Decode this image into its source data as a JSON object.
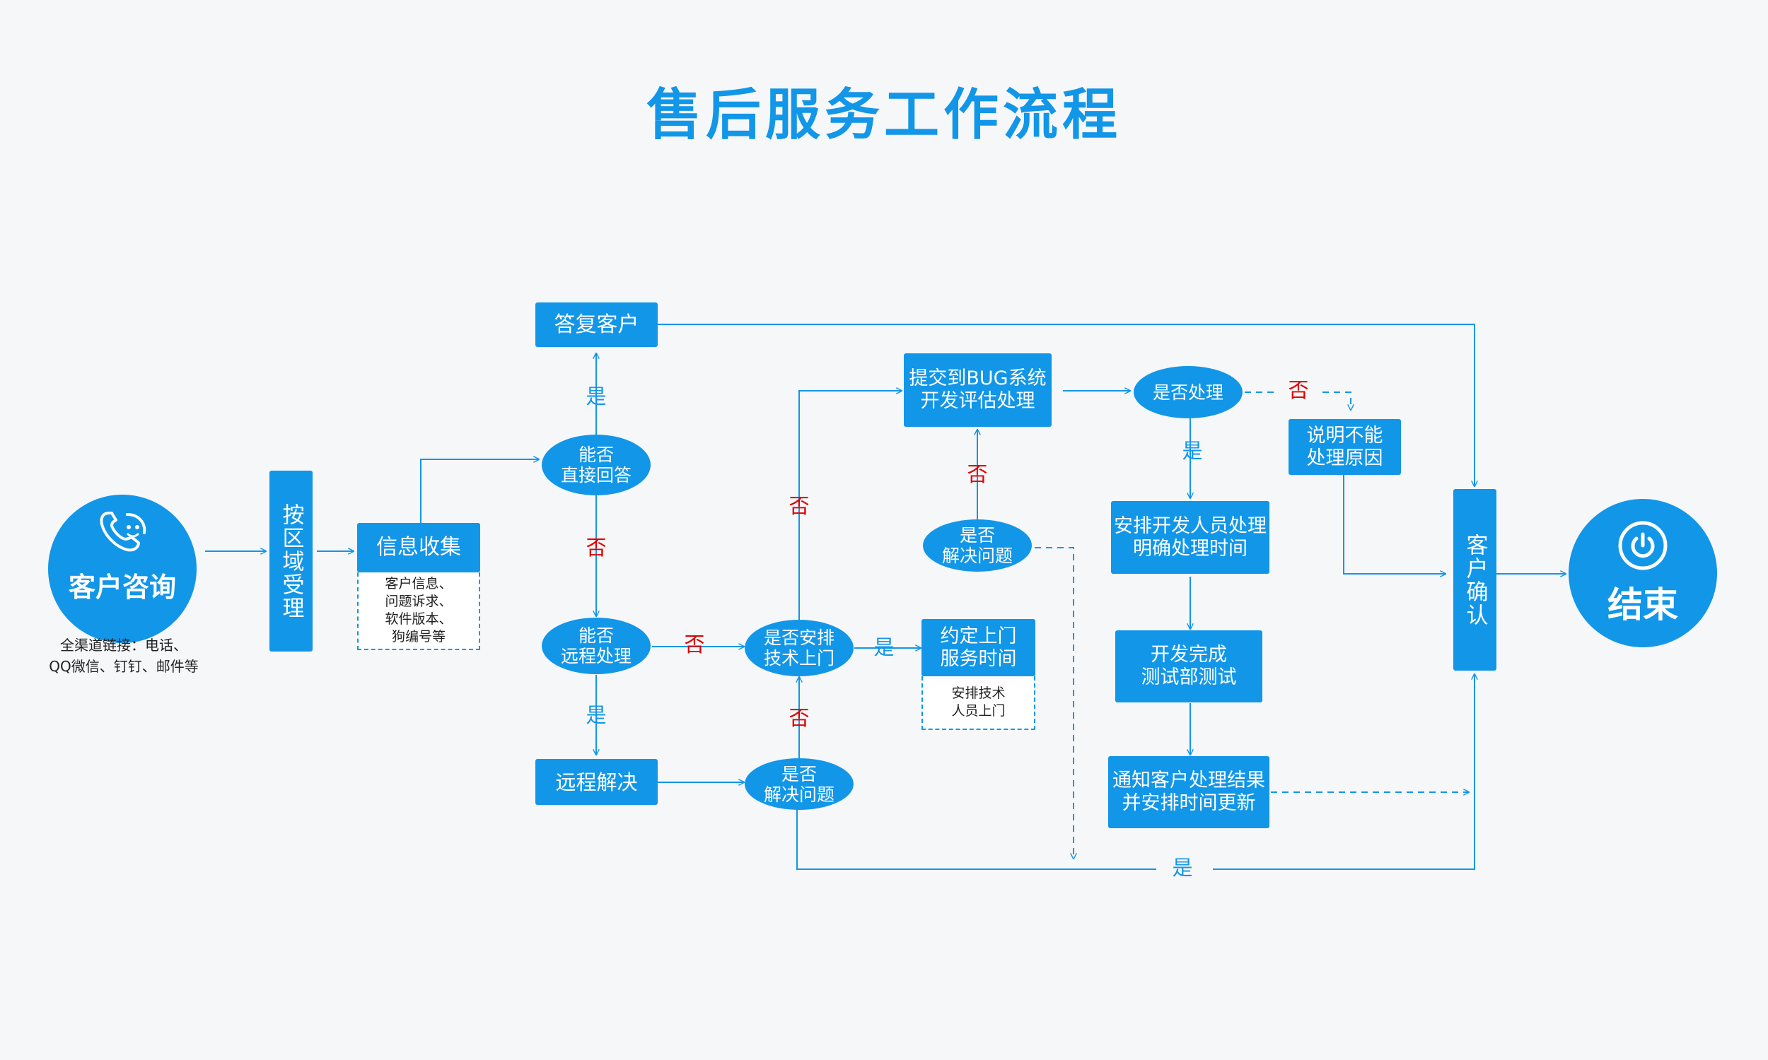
{
  "title": "售后服务工作流程",
  "theme": {
    "primary": "#1296e8",
    "no_color": "#e10000",
    "background": "#f6f7f9"
  },
  "start": {
    "label": "客户咨询",
    "icon": "phone-icon",
    "channels": "全渠道链接：电话、\nQQ微信、钉钉、邮件等"
  },
  "end": {
    "label": "结束",
    "icon": "power-icon"
  },
  "nodes": {
    "regional": "按区域受理",
    "collect": "信息收集",
    "collect_note": "客户信息、\n问题诉求、\n软件版本、\n狗编号等",
    "reply": "答复客户",
    "direct_answer": "能否\n直接回答",
    "remote_possible": "能否\n远程处理",
    "remote_solve": "远程解决",
    "solved_1": "是否\n解决问题",
    "onsite_q": "是否安排\n技术上门",
    "appointment": "约定上门\n服务时间",
    "appointment_note": "安排技术\n人员上门",
    "submit_bug": "提交到BUG系统\n开发评估处理",
    "solved_2": "是否\n解决问题",
    "handle_q": "是否处理",
    "explain": "说明不能\n处理原因",
    "arrange_dev": "安排开发人员处理\n明确处理时间",
    "dev_test": "开发完成\n测试部测试",
    "notify": "通知客户处理结果\n并安排时间更新",
    "confirm": "客户确认"
  },
  "labels": {
    "yes": "是",
    "no": "否"
  }
}
